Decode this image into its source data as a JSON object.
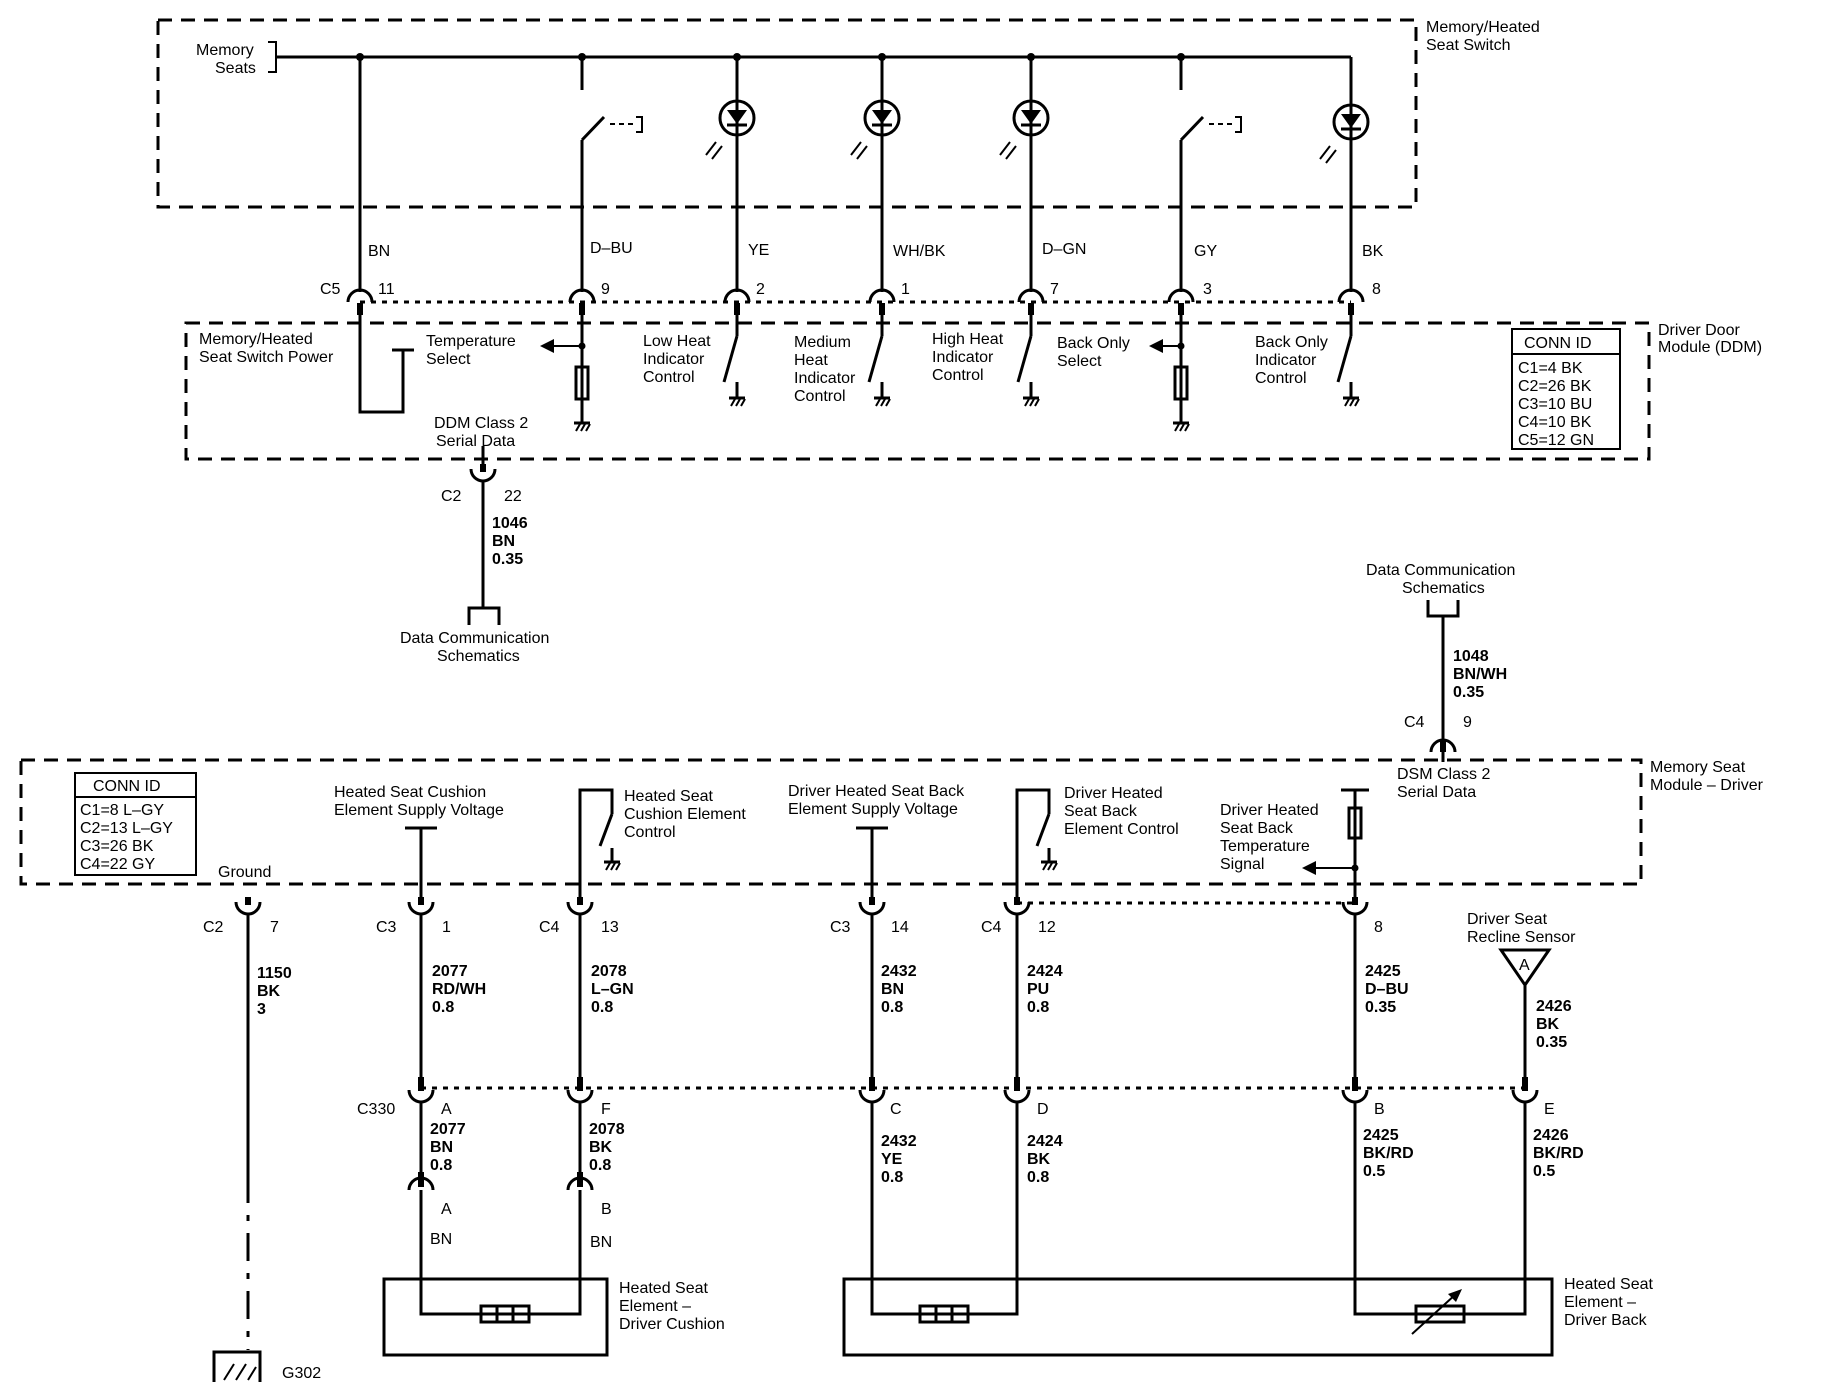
{
  "components": {
    "switch_title": [
      "Memory/Heated",
      "Seat Switch"
    ],
    "memory_seats": [
      "Memory",
      "Seats"
    ],
    "ddm_title": [
      "Driver Door",
      "Module (DDM)"
    ],
    "msm_title": [
      "Memory Seat",
      "Module – Driver"
    ],
    "cushion_element": [
      "Heated Seat",
      "Element –",
      "Driver Cushion"
    ],
    "back_element": [
      "Heated Seat",
      "Element –",
      "Driver Back"
    ],
    "recline_sensor": [
      "Driver Seat",
      "Recline Sensor"
    ],
    "recline_sensor_symbol": "A",
    "ground_id": "G302"
  },
  "switch_wires": {
    "colors": [
      "BN",
      "D–BU",
      "YE",
      "WH/BK",
      "D–GN",
      "GY",
      "BK"
    ],
    "pins": [
      "11",
      "9",
      "2",
      "1",
      "7",
      "3",
      "8"
    ],
    "connector": "C5"
  },
  "ddm_circuits": {
    "switch_power": [
      "Memory/Heated",
      "Seat Switch Power"
    ],
    "temp_select": [
      "Temperature",
      "Select"
    ],
    "low_heat": [
      "Low Heat",
      "Indicator",
      "Control"
    ],
    "medium_heat": [
      "Medium",
      "Heat",
      "Indicator",
      "Control"
    ],
    "high_heat": [
      "High Heat",
      "Indicator",
      "Control"
    ],
    "back_only_select": [
      "Back Only",
      "Select"
    ],
    "back_only_indicator": [
      "Back Only",
      "Indicator",
      "Control"
    ],
    "serial_data": [
      "DDM Class 2",
      "Serial Data"
    ]
  },
  "ddm_conn_id": {
    "title": "CONN ID",
    "rows": [
      "C1=4 BK",
      "C2=26 BK",
      "C3=10 BU",
      "C4=10 BK",
      "C5=12 GN"
    ]
  },
  "ddm_serial": {
    "connector": "C2",
    "pin": "22",
    "wire": [
      "1046",
      "BN",
      "0.35"
    ],
    "dest": [
      "Data Communication",
      "Schematics"
    ]
  },
  "dsm_serial": {
    "source": [
      "Data Communication",
      "Schematics"
    ],
    "wire": [
      "1048",
      "BN/WH",
      "0.35"
    ],
    "connector": "C4",
    "pin": "9",
    "label": [
      "DSM Class 2",
      "Serial Data"
    ]
  },
  "msm_conn_id": {
    "title": "CONN ID",
    "rows": [
      "C1=8 L–GY",
      "C2=13 L–GY",
      "C3=26 BK",
      "C4=22 GY"
    ]
  },
  "msm_circuits": {
    "ground": "Ground",
    "cushion_supply": [
      "Heated Seat Cushion",
      "Element Supply Voltage"
    ],
    "cushion_control": [
      "Heated Seat",
      "Cushion Element",
      "Control"
    ],
    "back_supply": [
      "Driver Heated Seat Back",
      "Element Supply Voltage"
    ],
    "back_control": [
      "Driver Heated",
      "Seat Back",
      "Element Control"
    ],
    "temp_signal": [
      "Driver Heated",
      "Seat Back",
      "Temperature",
      "Signal"
    ]
  },
  "msm_pins": [
    {
      "conn": "C2",
      "pin": "7",
      "wire": [
        "1150",
        "BK",
        "3"
      ]
    },
    {
      "conn": "C3",
      "pin": "1",
      "wire": [
        "2077",
        "RD/WH",
        "0.8"
      ]
    },
    {
      "conn": "C4",
      "pin": "13",
      "wire": [
        "2078",
        "L–GN",
        "0.8"
      ]
    },
    {
      "conn": "C3",
      "pin": "14",
      "wire": [
        "2432",
        "BN",
        "0.8"
      ]
    },
    {
      "conn": "C4",
      "pin": "12",
      "wire": [
        "2424",
        "PU",
        "0.8"
      ]
    },
    {
      "conn": "",
      "pin": "8",
      "wire": [
        "2425",
        "D–BU",
        "0.35"
      ]
    },
    {
      "conn": "",
      "pin": "",
      "wire": [
        "2426",
        "BK",
        "0.35"
      ]
    }
  ],
  "c330": {
    "name": "C330",
    "pins": [
      {
        "pin": "A",
        "wire": [
          "2077",
          "BN",
          "0.8"
        ]
      },
      {
        "pin": "F",
        "wire": [
          "2078",
          "BK",
          "0.8"
        ]
      },
      {
        "pin": "C",
        "wire": [
          "2432",
          "YE",
          "0.8"
        ]
      },
      {
        "pin": "D",
        "wire": [
          "2424",
          "BK",
          "0.8"
        ]
      },
      {
        "pin": "B",
        "wire": [
          "2425",
          "BK/RD",
          "0.5"
        ]
      },
      {
        "pin": "E",
        "wire": [
          "2426",
          "BK/RD",
          "0.5"
        ]
      }
    ]
  },
  "cushion_pins": [
    {
      "pin": "A",
      "color": "BN"
    },
    {
      "pin": "B",
      "color": "BN"
    }
  ]
}
